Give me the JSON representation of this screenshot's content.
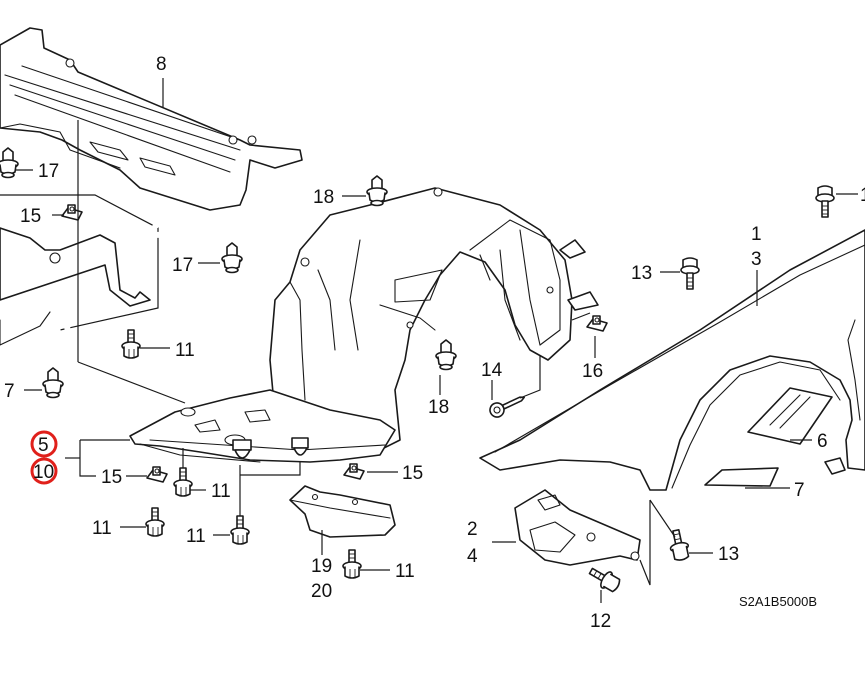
{
  "diagram": {
    "title": "Front Fender / Inner Fender exploded parts diagram",
    "code": "S2A1B5000B",
    "highlight_color": "#e0201b",
    "callouts": [
      {
        "id": "c8",
        "text": "8",
        "part": "front-under-cover"
      },
      {
        "id": "c17a",
        "text": "17",
        "part": "clip"
      },
      {
        "id": "c15a",
        "text": "15",
        "part": "clip-nut"
      },
      {
        "id": "c17b",
        "text": "17",
        "part": "clip"
      },
      {
        "id": "c18a",
        "text": "18",
        "part": "clip"
      },
      {
        "id": "c11a",
        "text": "11",
        "part": "flange-bolt"
      },
      {
        "id": "c7a",
        "text": "7",
        "part": "clip"
      },
      {
        "id": "c5",
        "text": "5",
        "part": "splash-shield",
        "highlighted": true
      },
      {
        "id": "c10",
        "text": "10",
        "part": "splash-shield",
        "highlighted": true
      },
      {
        "id": "c15b",
        "text": "15",
        "part": "clip-nut"
      },
      {
        "id": "c11b",
        "text": "11",
        "part": "flange-bolt"
      },
      {
        "id": "c11c",
        "text": "11",
        "part": "flange-bolt"
      },
      {
        "id": "c11d",
        "text": "11",
        "part": "flange-bolt"
      },
      {
        "id": "c15c",
        "text": "15",
        "part": "clip-nut"
      },
      {
        "id": "c19",
        "text": "19",
        "part": "bracket"
      },
      {
        "id": "c20",
        "text": "20",
        "part": "bracket"
      },
      {
        "id": "c11e",
        "text": "11",
        "part": "flange-bolt"
      },
      {
        "id": "c18b",
        "text": "18",
        "part": "clip"
      },
      {
        "id": "c14",
        "text": "14",
        "part": "tapping-screw"
      },
      {
        "id": "c16",
        "text": "16",
        "part": "clip-nut"
      },
      {
        "id": "c13a",
        "text": "13",
        "part": "flange-bolt"
      },
      {
        "id": "c1",
        "text": "1",
        "part": "front-fender"
      },
      {
        "id": "c3",
        "text": "3",
        "part": "front-fender"
      },
      {
        "id": "c13b",
        "text": "1",
        "part": "flange-bolt"
      },
      {
        "id": "c6",
        "text": "6",
        "part": "insulator"
      },
      {
        "id": "c7b",
        "text": "7",
        "part": "insulator"
      },
      {
        "id": "c2",
        "text": "2",
        "part": "fender-bracket"
      },
      {
        "id": "c4",
        "text": "4",
        "part": "fender-bracket"
      },
      {
        "id": "c13c",
        "text": "13",
        "part": "flange-bolt"
      },
      {
        "id": "c12",
        "text": "12",
        "part": "flange-bolt"
      }
    ]
  }
}
